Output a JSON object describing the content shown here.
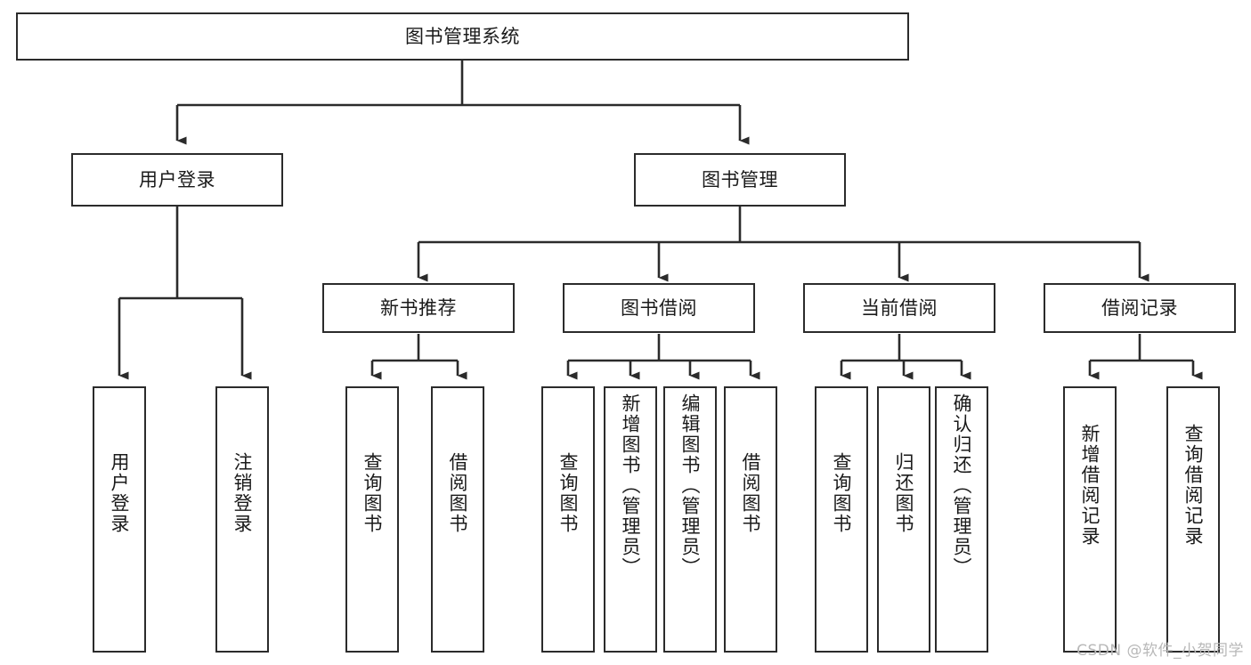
{
  "diagram": {
    "title": "图书管理系统",
    "type": "tree-structure-chart",
    "watermark": "CSDN @软件_小贺同学",
    "colors": {
      "stroke": "#2b2b2b",
      "fill": "#ffffff",
      "text": "#1a1a1a",
      "watermark": "#b8b8b8"
    },
    "nodes": {
      "root": {
        "label": "图书管理系统"
      },
      "level1": [
        {
          "id": "user-login",
          "label": "用户登录"
        },
        {
          "id": "book-management",
          "label": "图书管理"
        }
      ],
      "level2": [
        {
          "id": "new-book-recommend",
          "label": "新书推荐"
        },
        {
          "id": "book-borrow",
          "label": "图书借阅"
        },
        {
          "id": "current-borrow",
          "label": "当前借阅"
        },
        {
          "id": "borrow-record",
          "label": "借阅记录"
        }
      ],
      "leaves": {
        "user-login": [
          {
            "id": "leaf-user-login",
            "label": "用户登录"
          },
          {
            "id": "leaf-logout-login",
            "label": "注销登录"
          }
        ],
        "new-book-recommend": [
          {
            "id": "leaf-query-book-1",
            "label": "查询图书"
          },
          {
            "id": "leaf-borrow-book-1",
            "label": "借阅图书"
          }
        ],
        "book-borrow": [
          {
            "id": "leaf-query-book-2",
            "label": "查询图书"
          },
          {
            "id": "leaf-add-book",
            "label": "新增图书（管理员）"
          },
          {
            "id": "leaf-edit-book",
            "label": "编辑图书（管理员）"
          },
          {
            "id": "leaf-borrow-book-2",
            "label": "借阅图书"
          }
        ],
        "current-borrow": [
          {
            "id": "leaf-query-book-3",
            "label": "查询图书"
          },
          {
            "id": "leaf-return-book",
            "label": "归还图书"
          },
          {
            "id": "leaf-confirm-return",
            "label": "确认归还（管理员）"
          }
        ],
        "borrow-record": [
          {
            "id": "leaf-add-record",
            "label": "新增借阅记录"
          },
          {
            "id": "leaf-query-record",
            "label": "查询借阅记录"
          }
        ]
      }
    }
  }
}
